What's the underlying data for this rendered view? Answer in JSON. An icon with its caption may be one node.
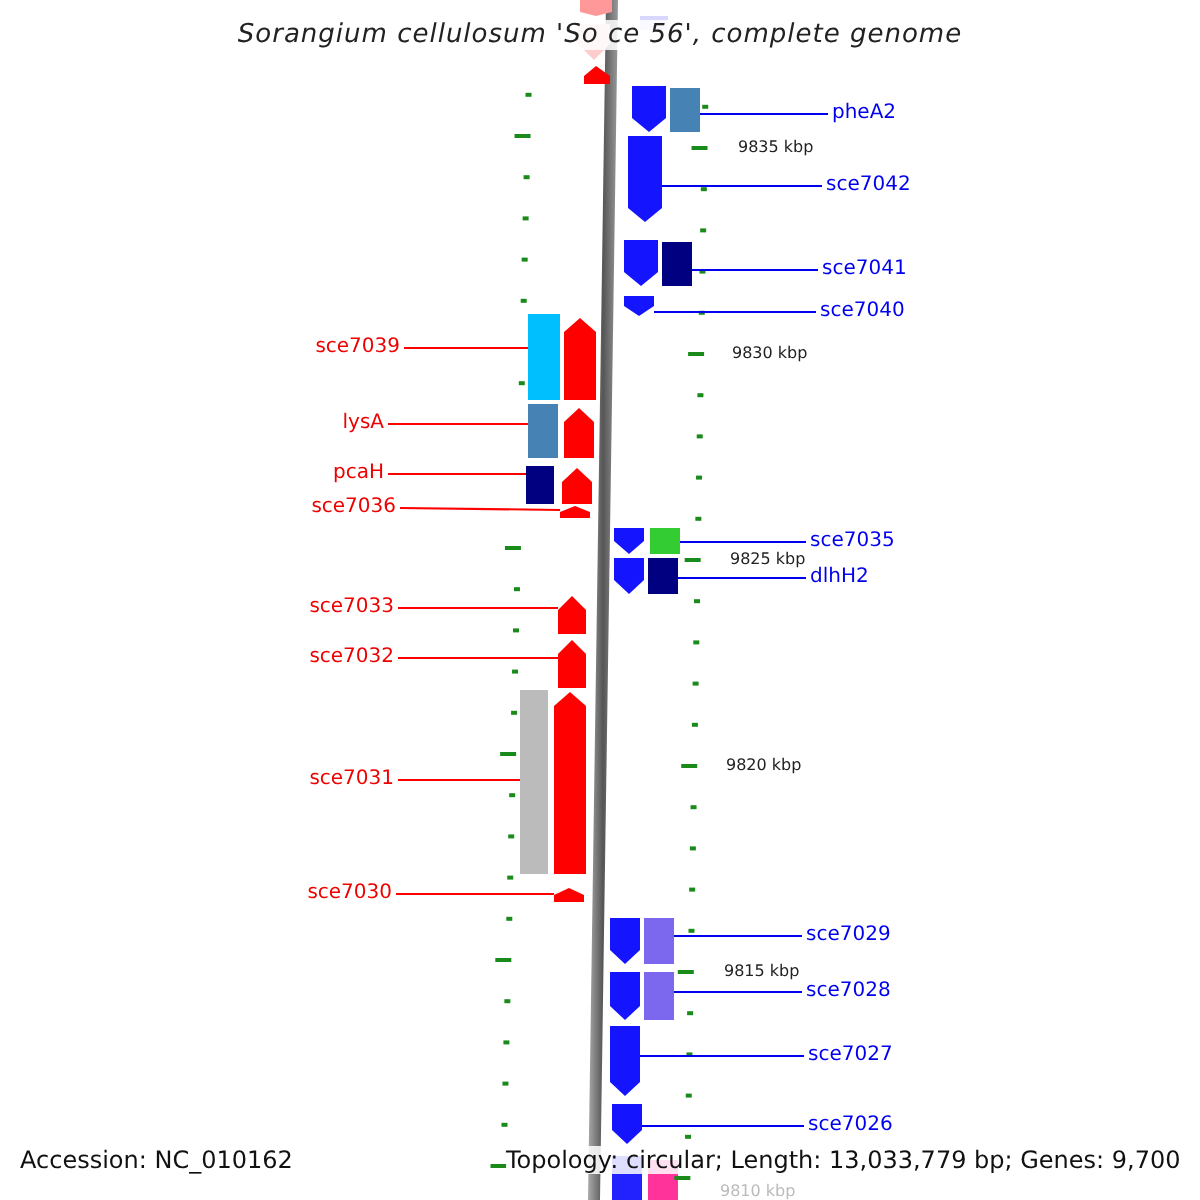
{
  "diagram": {
    "title": "Sorangium cellulosum 'So ce 56', complete genome",
    "nodes": [
      {
        "text": [
          "pheA2"
        ]
      },
      {
        "text": [],
        "shape": "arrow"
      },
      {
        "text": [
          "sce7042"
        ]
      },
      {
        "text": [],
        "shape": "arrow"
      },
      {
        "text": [
          "sce7041"
        ]
      },
      {
        "text": [],
        "shape": "arrow"
      },
      {
        "text": [
          "sce7040"
        ]
      },
      {
        "text": [],
        "shape": "arrow"
      },
      {
        "text": [
          "sce7039"
        ]
      },
      {
        "text": [],
        "shape": "arrow"
      },
      {
        "text": [
          "lysA"
        ]
      },
      {
        "text": [],
        "shape": "arrow"
      },
      {
        "text": [
          "pcaH"
        ]
      },
      {
        "text": [],
        "shape": "arrow"
      },
      {
        "text": [
          "sce7036"
        ]
      },
      {
        "text": [],
        "shape": "arrow"
      },
      {
        "text": [
          "sce7035"
        ]
      },
      {
        "text": [],
        "shape": "arrow"
      },
      {
        "text": [
          "dlhH2"
        ]
      },
      {
        "text": [],
        "shape": "arrow"
      },
      {
        "text": [
          "sce7033"
        ]
      },
      {
        "text": [],
        "shape": "arrow"
      },
      {
        "text": [
          "sce7032"
        ]
      },
      {
        "text": [],
        "shape": "arrow"
      },
      {
        "text": [
          "sce7031"
        ]
      },
      {
        "text": [],
        "shape": "arrow"
      },
      {
        "text": [
          "sce7030"
        ]
      },
      {
        "text": [],
        "shape": "arrow"
      },
      {
        "text": [
          "sce7029"
        ]
      },
      {
        "text": [],
        "shape": "arrow"
      },
      {
        "text": [
          "sce7028"
        ]
      },
      {
        "text": [],
        "shape": "arrow"
      },
      {
        "text": [
          "sce7027"
        ]
      },
      {
        "text": [],
        "shape": "arrow"
      },
      {
        "text": [
          "sce7026"
        ]
      },
      {
        "text": [],
        "shape": "arrow"
      }
    ],
    "edges": [
      {
        "from": 0,
        "to": 1,
        "arrow": "none"
      },
      {
        "from": 2,
        "to": 3,
        "arrow": "none"
      },
      {
        "from": 4,
        "to": 5,
        "arrow": "none"
      },
      {
        "from": 6,
        "to": 7,
        "arrow": "none"
      },
      {
        "from": 8,
        "to": 9,
        "arrow": "none",
        "color": "#ff0000"
      },
      {
        "from": 10,
        "to": 11,
        "arrow": "none",
        "color": "#ff0000"
      },
      {
        "from": 12,
        "to": 13,
        "arrow": "none",
        "color": "#ff0000"
      },
      {
        "from": 14,
        "to": 15,
        "arrow": "none",
        "color": "#ff0000"
      },
      {
        "from": 16,
        "to": 17,
        "arrow": "none"
      },
      {
        "from": 18,
        "to": 19,
        "arrow": "none"
      },
      {
        "from": 20,
        "to": 21,
        "arrow": "none",
        "color": "#ff0000"
      },
      {
        "from": 22,
        "to": 23,
        "arrow": "none",
        "color": "#ff0000"
      },
      {
        "from": 24,
        "to": 25,
        "arrow": "none",
        "color": "#ff0000"
      },
      {
        "from": 26,
        "to": 27,
        "arrow": "none",
        "color": "#ff0000"
      },
      {
        "from": 28,
        "to": 29,
        "arrow": "none"
      },
      {
        "from": 30,
        "to": 31,
        "arrow": "none"
      },
      {
        "from": 32,
        "to": 33,
        "arrow": "none"
      },
      {
        "from": 34,
        "to": 35,
        "arrow": "none"
      }
    ],
    "labels": [
      "9835 kbp",
      "9830 kbp",
      "9825 kbp",
      "9820 kbp",
      "9815 kbp",
      "9810 kbp",
      "Accession: NC_010162",
      "Topology: circular; Length: 13,033,779 bp; Genes: 9,700"
    ]
  }
}
